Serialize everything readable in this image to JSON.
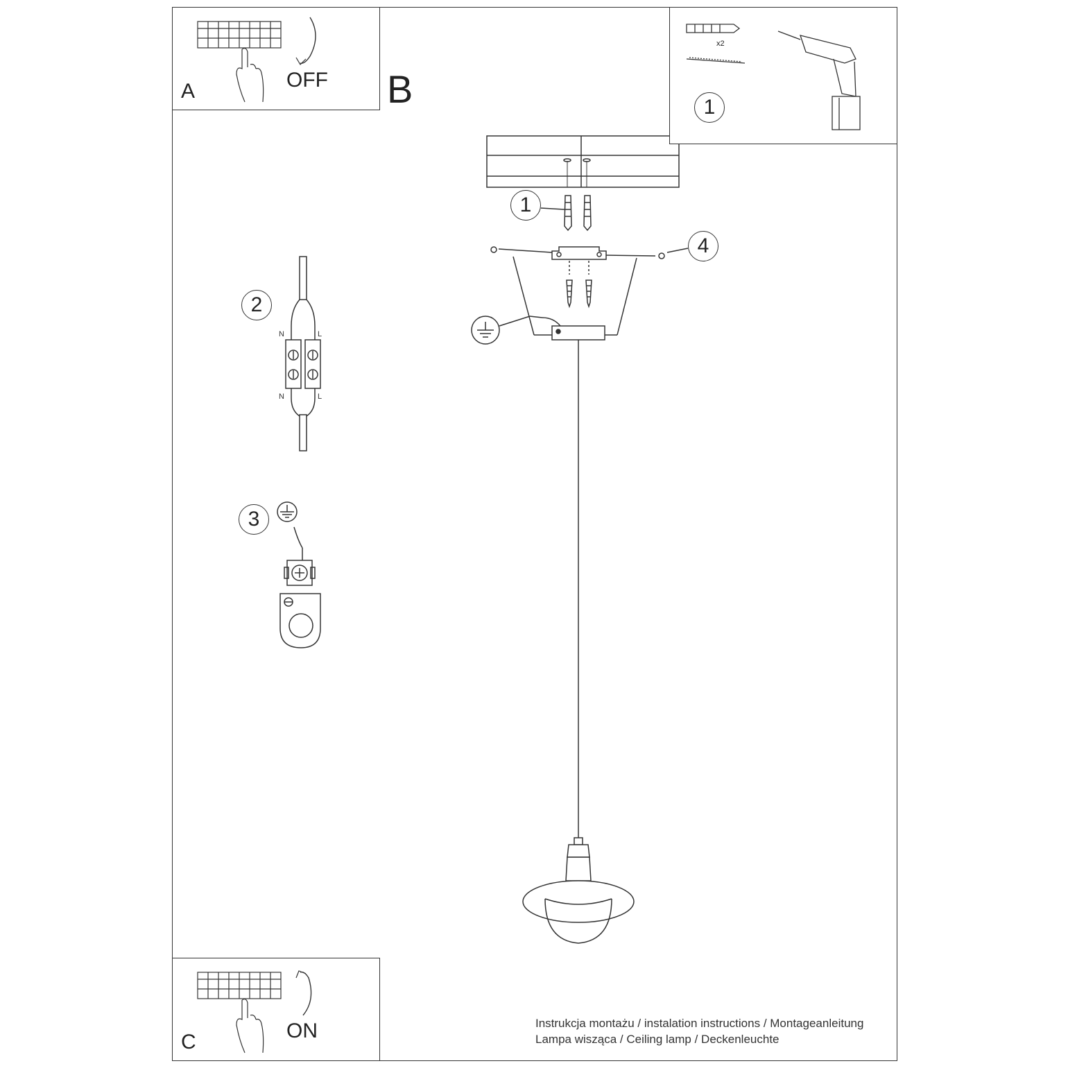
{
  "panels": {
    "a": {
      "letter": "A",
      "state": "OFF"
    },
    "b": {
      "letter": "B"
    },
    "c": {
      "letter": "C",
      "state": "ON"
    }
  },
  "tools": {
    "step": "1",
    "quantity": "x2"
  },
  "steps": {
    "one": "1",
    "two": "2",
    "three": "3",
    "four": "4"
  },
  "terminal_labels": {
    "neutral": "N",
    "live": "L"
  },
  "footer": {
    "line1": "Instrukcja montażu / instalation instructions / Montageanleitung",
    "line2": "Lampa wisząca / Ceiling lamp / Deckenleuchte"
  },
  "icons": [
    "circuit-breaker-icon",
    "hand-icon",
    "curved-arrow-icon",
    "wall-plug-icon",
    "screw-icon",
    "drill-icon",
    "ground-symbol-icon",
    "terminal-block-icon",
    "ground-clamp-icon",
    "pendant-lamp-icon"
  ]
}
